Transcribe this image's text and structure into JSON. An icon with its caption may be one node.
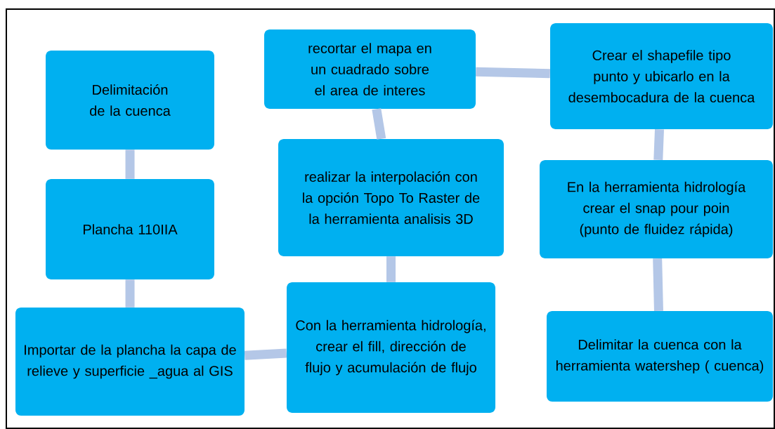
{
  "diagram": {
    "nodes": [
      {
        "text": [
          "Delimitación de la cuenca"
        ]
      },
      {
        "text": [
          "Plancha 110IIA"
        ]
      },
      {
        "text": [
          "Importar de la plancha la capa de relieve y superficie _agua al GIS"
        ]
      },
      {
        "text": [
          "Con la herramienta hidrología, crear el fill, dirección de flujo y acumulación de flujo"
        ]
      },
      {
        "text": [
          "realizar la interpolación con la opción Topo To Raster de la herramienta analisis 3D"
        ]
      },
      {
        "text": [
          "recortar el mapa en un cuadrado sobre el area de interes"
        ]
      },
      {
        "text": [
          "Crear el shapefile tipo punto y ubicarlo en la desembocadura de la cuenca"
        ]
      },
      {
        "text": [
          "En la herramienta hidrología crear el snap pour poin (punto de fluidez rápida)"
        ]
      },
      {
        "text": [
          "Delimitar la cuenca con la herramienta watershep ( cuenca)"
        ]
      }
    ],
    "edges": [
      {
        "from": 0,
        "to": 1,
        "arrow": "none"
      },
      {
        "from": 1,
        "to": 2,
        "arrow": "none"
      },
      {
        "from": 2,
        "to": 3,
        "arrow": "none"
      },
      {
        "from": 3,
        "to": 4,
        "arrow": "none"
      },
      {
        "from": 4,
        "to": 5,
        "arrow": "none"
      },
      {
        "from": 5,
        "to": 6,
        "arrow": "none"
      },
      {
        "from": 6,
        "to": 7,
        "arrow": "none"
      },
      {
        "from": 7,
        "to": 8,
        "arrow": "none"
      }
    ]
  }
}
